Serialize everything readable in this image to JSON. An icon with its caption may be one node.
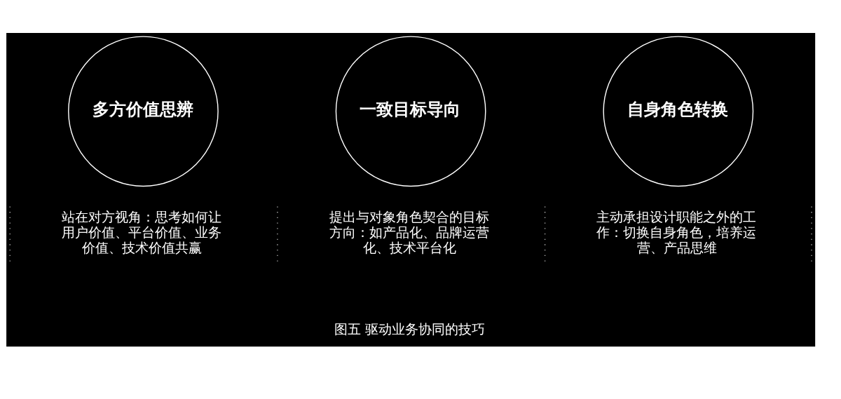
{
  "diagram": {
    "caption": "图五 驱动业务协同的技巧",
    "nodes": [
      {
        "text": [
          "多方价值思辨"
        ],
        "beside": [
          "站在对方视角：思考如何让用户价值、平台价值、业务价值、技术价值共赢"
        ]
      },
      {
        "text": [
          "一致目标导向"
        ],
        "beside": [
          "提出与对象角色契合的目标方向：如产品化、品牌运营化、技术平台化"
        ]
      },
      {
        "text": [
          "自身角色转换"
        ],
        "beside": [
          "主动承担设计职能之外的工作：切换自身角色，培养运营、产品思维"
        ]
      }
    ]
  }
}
